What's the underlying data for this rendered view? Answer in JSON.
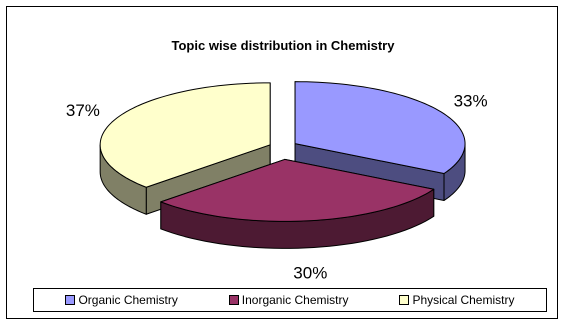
{
  "chart_data": {
    "type": "pie",
    "title": "Topic wise distribution in Chemistry",
    "categories": [
      "Organic Chemistry",
      "Inorganic Chemistry",
      "Physical Chemistry"
    ],
    "values": [
      33,
      30,
      37
    ],
    "labels": [
      "33%",
      "30%",
      "37%"
    ],
    "colors": {
      "top": [
        "#9999FF",
        "#993366",
        "#FFFFCC"
      ],
      "side": [
        "#4D4D80",
        "#4D1A33",
        "#808066"
      ]
    },
    "legend_position": "bottom",
    "exploded": true,
    "three_d": true
  }
}
